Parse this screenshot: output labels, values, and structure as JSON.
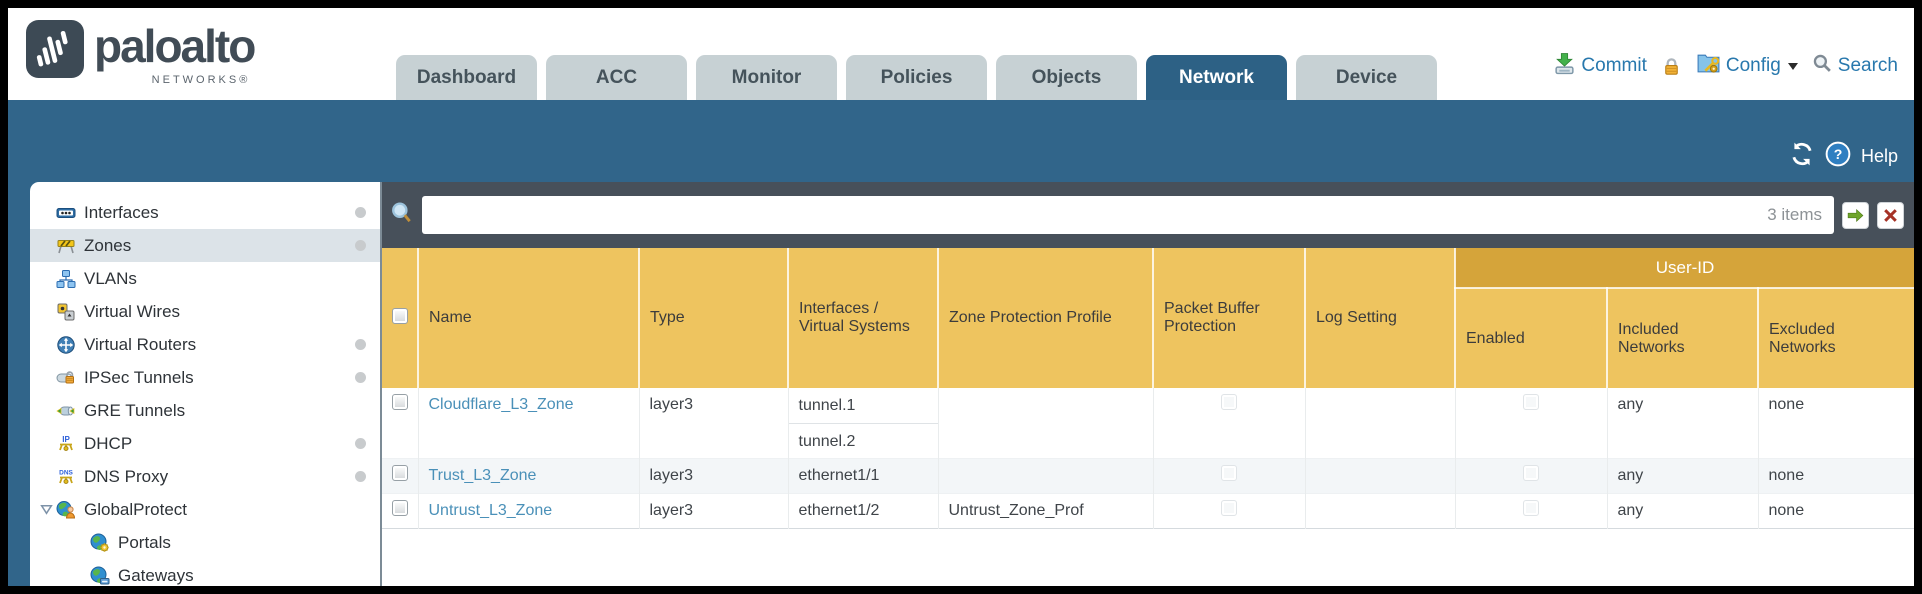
{
  "brand": {
    "name": "paloalto",
    "subtitle": "NETWORKS®"
  },
  "nav": {
    "tabs": [
      {
        "label": "Dashboard",
        "active": false
      },
      {
        "label": "ACC",
        "active": false
      },
      {
        "label": "Monitor",
        "active": false
      },
      {
        "label": "Policies",
        "active": false
      },
      {
        "label": "Objects",
        "active": false
      },
      {
        "label": "Network",
        "active": true
      },
      {
        "label": "Device",
        "active": false
      }
    ],
    "utilities": {
      "commit_label": "Commit",
      "config_label": "Config",
      "search_label": "Search"
    }
  },
  "toolbar": {
    "help_label": "Help"
  },
  "sidebar": {
    "items": [
      {
        "label": "Interfaces",
        "icon": "interfaces-icon",
        "dot": true,
        "selected": false,
        "indent": false,
        "expanded": null
      },
      {
        "label": "Zones",
        "icon": "zones-icon",
        "dot": true,
        "selected": true,
        "indent": false,
        "expanded": null
      },
      {
        "label": "VLANs",
        "icon": "vlans-icon",
        "dot": false,
        "selected": false,
        "indent": false,
        "expanded": null
      },
      {
        "label": "Virtual Wires",
        "icon": "virtual-wires-icon",
        "dot": false,
        "selected": false,
        "indent": false,
        "expanded": null
      },
      {
        "label": "Virtual Routers",
        "icon": "virtual-routers-icon",
        "dot": true,
        "selected": false,
        "indent": false,
        "expanded": null
      },
      {
        "label": "IPSec Tunnels",
        "icon": "ipsec-tunnels-icon",
        "dot": true,
        "selected": false,
        "indent": false,
        "expanded": null
      },
      {
        "label": "GRE Tunnels",
        "icon": "gre-tunnels-icon",
        "dot": false,
        "selected": false,
        "indent": false,
        "expanded": null
      },
      {
        "label": "DHCP",
        "icon": "dhcp-icon",
        "dot": true,
        "selected": false,
        "indent": false,
        "expanded": null
      },
      {
        "label": "DNS Proxy",
        "icon": "dns-proxy-icon",
        "dot": true,
        "selected": false,
        "indent": false,
        "expanded": null
      },
      {
        "label": "GlobalProtect",
        "icon": "globalprotect-icon",
        "dot": false,
        "selected": false,
        "indent": false,
        "expanded": true
      },
      {
        "label": "Portals",
        "icon": "portals-icon",
        "dot": false,
        "selected": false,
        "indent": true,
        "expanded": null
      },
      {
        "label": "Gateways",
        "icon": "gateways-icon",
        "dot": false,
        "selected": false,
        "indent": true,
        "expanded": null
      }
    ]
  },
  "filter": {
    "value": "",
    "count_label": "3 items"
  },
  "table": {
    "user_id_group_label": "User-ID",
    "columns": [
      "Name",
      "Type",
      "Interfaces / Virtual Systems",
      "Zone Protection Profile",
      "Packet Buffer Protection",
      "Log Setting",
      "Enabled",
      "Included Networks",
      "Excluded Networks"
    ],
    "rows": [
      {
        "name": "Cloudflare_L3_Zone",
        "type": "layer3",
        "interfaces": [
          "tunnel.1",
          "tunnel.2"
        ],
        "zone_protection_profile": "",
        "packet_buffer_protection": false,
        "log_setting": "",
        "user_id_enabled": false,
        "included_networks": "any",
        "excluded_networks": "none"
      },
      {
        "name": "Trust_L3_Zone",
        "type": "layer3",
        "interfaces": [
          "ethernet1/1"
        ],
        "zone_protection_profile": "",
        "packet_buffer_protection": false,
        "log_setting": "",
        "user_id_enabled": false,
        "included_networks": "any",
        "excluded_networks": "none"
      },
      {
        "name": "Untrust_L3_Zone",
        "type": "layer3",
        "interfaces": [
          "ethernet1/2"
        ],
        "zone_protection_profile": "Untrust_Zone_Prof",
        "packet_buffer_protection": false,
        "log_setting": "",
        "user_id_enabled": false,
        "included_networks": "any",
        "excluded_networks": "none"
      }
    ]
  },
  "colors": {
    "accent_teal": "#31658a",
    "header_amber": "#eec45f",
    "user_id_band": "#d5a43a",
    "link_blue": "#4a90b8",
    "filter_band": "#47505a"
  }
}
